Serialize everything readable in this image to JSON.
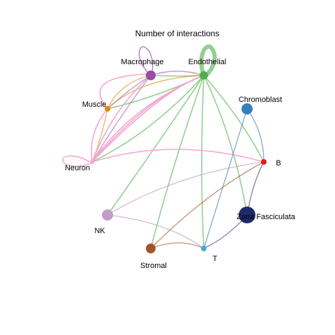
{
  "title": "Number of interactions",
  "nodes": [
    {
      "id": "macrophage",
      "label": "Macrophage",
      "color": "#984ea3"
    },
    {
      "id": "endothelial",
      "label": "Endothelial",
      "color": "#4daf4a"
    },
    {
      "id": "chromoblast",
      "label": "Chromoblast",
      "color": "#377eb8"
    },
    {
      "id": "b",
      "label": "B",
      "color": "#e41a1c"
    },
    {
      "id": "zona",
      "label": "Zona Fasciculata",
      "color": "#1f2a6b"
    },
    {
      "id": "t",
      "label": "T",
      "color": "#4ba3dc"
    },
    {
      "id": "stromal",
      "label": "Stromal",
      "color": "#a6532c"
    },
    {
      "id": "nk",
      "label": "NK",
      "color": "#c49bcb"
    },
    {
      "id": "neuron",
      "label": "Neuron",
      "color": "#f4a6cf"
    },
    {
      "id": "muscle",
      "label": "Muscle",
      "color": "#e3870b"
    }
  ]
}
